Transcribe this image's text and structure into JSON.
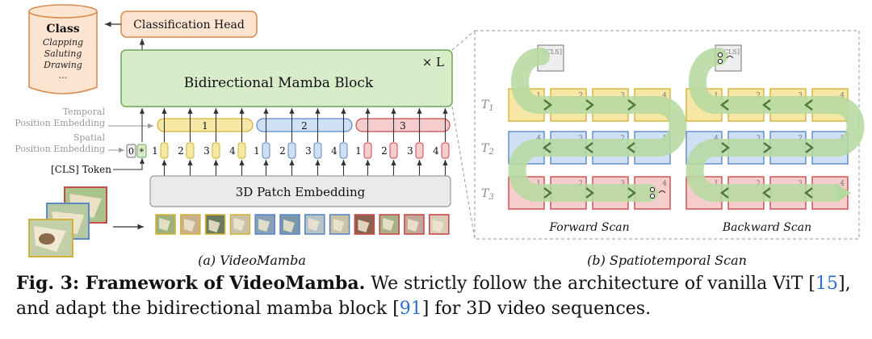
{
  "panel_a": {
    "caption": "(a) VideoMamba",
    "class_box": {
      "title": "Class",
      "items": [
        "Clapping",
        "Saluting",
        "Drawing",
        "..."
      ]
    },
    "classification_head": "Classification Head",
    "mamba_block": "Bidirectional Mamba Block",
    "repeat_label": "× L",
    "temporal_embedding_label": [
      "Temporal",
      "Position Embedding"
    ],
    "spatial_embedding_label": [
      "Spatial",
      "Position Embedding"
    ],
    "cls_token_label": "[CLS] Token",
    "patch_embedding": "3D Patch Embedding",
    "cls_token_text": "0",
    "cls_token_mark": "*",
    "temporal_groups": [
      "1",
      "2",
      "3"
    ],
    "spatial_tokens": [
      "1",
      "2",
      "3",
      "4"
    ],
    "colors": {
      "yellow_fill": "#f7e7a4",
      "yellow_stroke": "#d4b23a",
      "blue_fill": "#cfe0f4",
      "blue_stroke": "#5c88c4",
      "red_fill": "#f6cdcd",
      "red_stroke": "#c94a4a",
      "mamba_fill": "#d7ecc9",
      "mamba_stroke": "#6fa457",
      "head_fill": "#fde4d0",
      "head_stroke": "#d7884a",
      "scan_path": "#b6d9a0"
    }
  },
  "panel_b": {
    "caption": "(b) Spatiotemporal Scan",
    "cls_label": "[CLS]",
    "time_labels": [
      "T1",
      "T2",
      "T3"
    ],
    "forward_scan": "Forward Scan",
    "backward_scan": "Backward Scan",
    "rows": [
      {
        "color": "yellow",
        "numbers": [
          "1",
          "2",
          "3",
          "4"
        ]
      },
      {
        "color": "blue",
        "numbers": [
          "4",
          "3",
          "2",
          "1"
        ]
      },
      {
        "color": "red",
        "numbers": [
          "1",
          "2",
          "3",
          "4"
        ]
      }
    ]
  },
  "caption": {
    "label": "Fig. 3: Framework of VideoMamba.",
    "text1": " We strictly follow the architecture of vanilla ViT [",
    "cite1": "15",
    "text2": "], and adapt the bidirectional mamba block [",
    "cite2": "91",
    "text3": "] for 3D video sequences."
  }
}
